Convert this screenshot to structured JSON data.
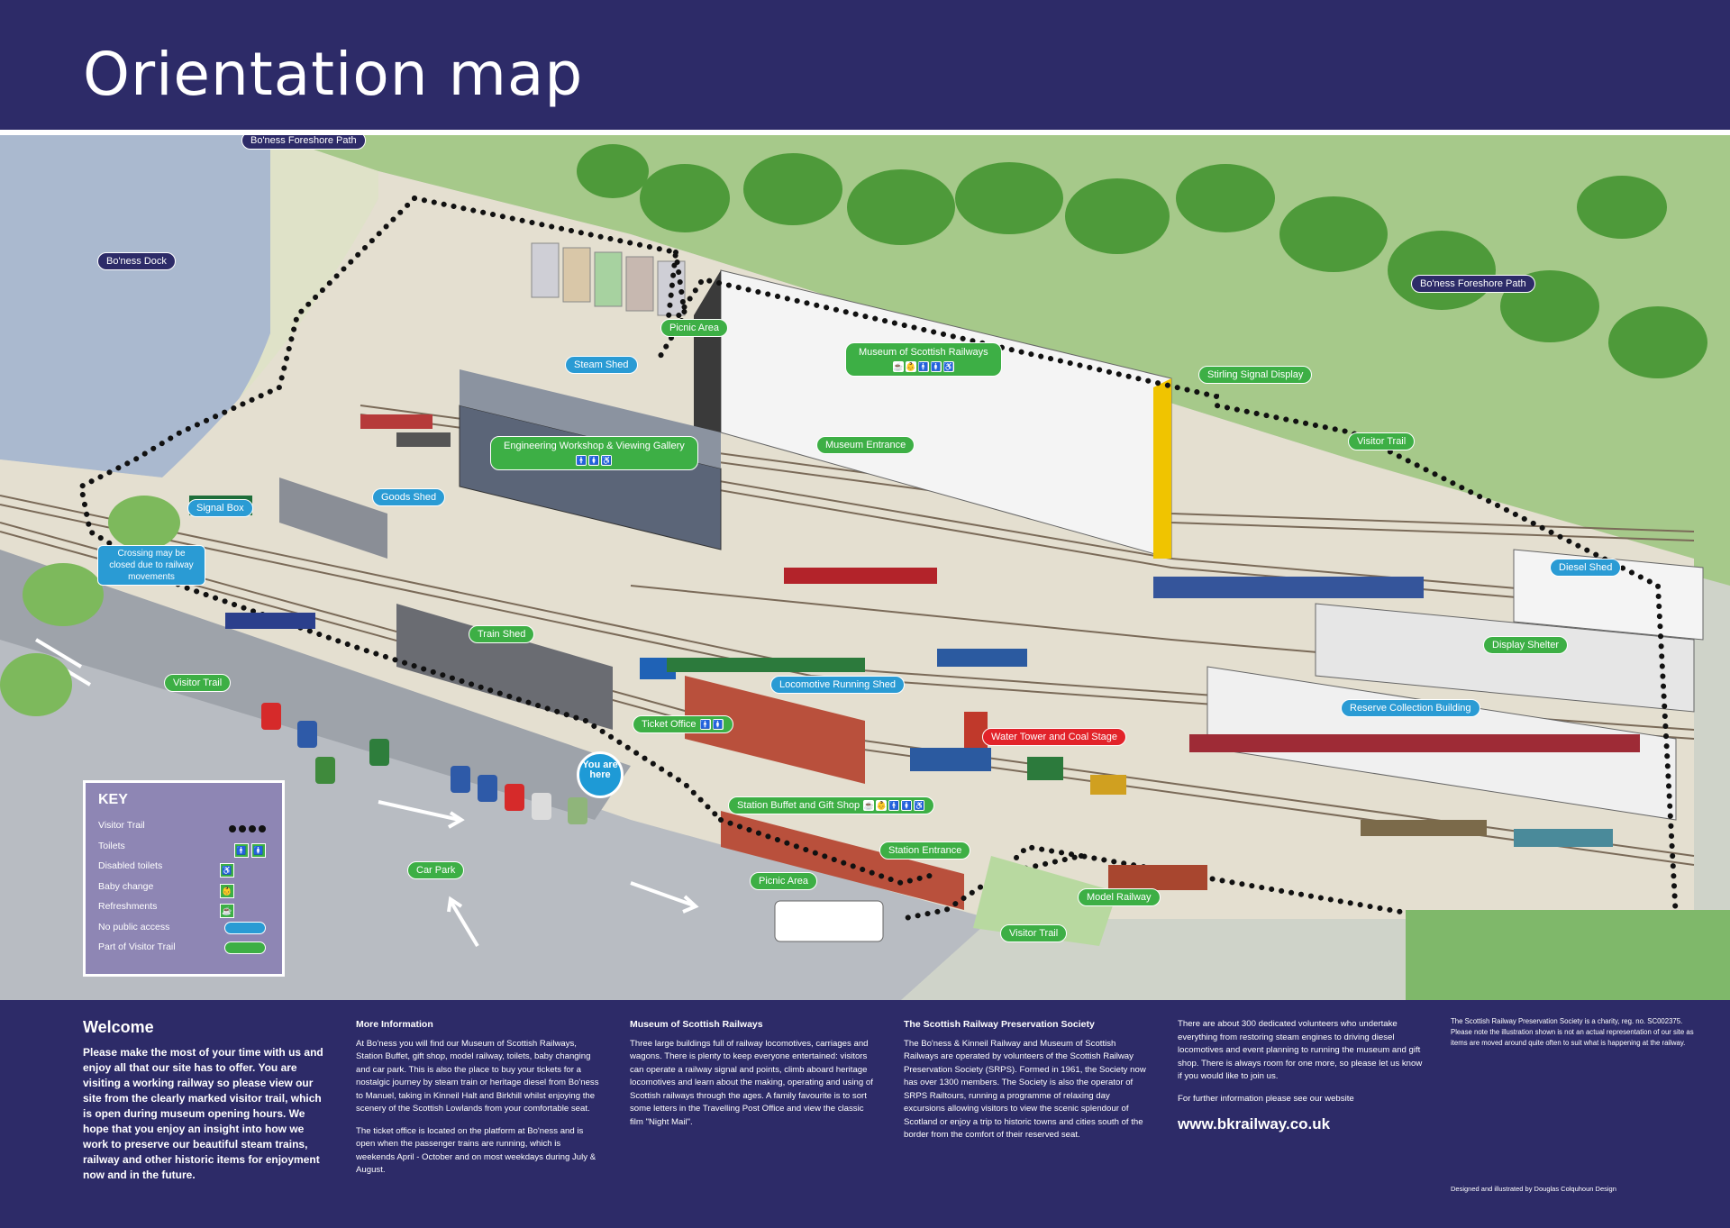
{
  "header": {
    "title": "Orientation map"
  },
  "map_labels": {
    "boness_foreshore_path_1": "Bo'ness Foreshore Path",
    "boness_dock": "Bo'ness Dock",
    "boness_foreshore_path_2": "Bo'ness Foreshore Path",
    "picnic_area_top": "Picnic Area",
    "museum_of_scottish_railways": "Museum of Scottish Railways",
    "steam_shed": "Steam Shed",
    "stirling_signal_display": "Stirling Signal Display",
    "engineering_workshop": "Engineering Workshop & Viewing Gallery",
    "museum_entrance": "Museum Entrance",
    "visitor_trail_right": "Visitor Trail",
    "signal_box": "Signal Box",
    "goods_shed": "Goods Shed",
    "crossing_warning": "Crossing may be closed due to railway movements",
    "diesel_shed": "Diesel Shed",
    "train_shed": "Train Shed",
    "display_shelter": "Display Shelter",
    "visitor_trail_left": "Visitor Trail",
    "locomotive_running_shed": "Locomotive Running Shed",
    "reserve_collection_building": "Reserve Collection Building",
    "ticket_office": "Ticket Office",
    "water_tower_coal_stage": "Water Tower and Coal Stage",
    "you_are_here": "You are here",
    "station_buffet_gift_shop": "Station Buffet and Gift Shop",
    "station_entrance": "Station Entrance",
    "car_park": "Car Park",
    "picnic_area_bottom": "Picnic Area",
    "model_railway": "Model Railway",
    "visitor_trail_bottom": "Visitor Trail"
  },
  "key": {
    "title": "KEY",
    "items": [
      {
        "label": "Visitor Trail",
        "symbol": "black-dots"
      },
      {
        "label": "Toilets",
        "symbol": "toilet-icon"
      },
      {
        "label": "Disabled toilets",
        "symbol": "wheelchair-icon"
      },
      {
        "label": "Baby change",
        "symbol": "baby-change-icon"
      },
      {
        "label": "Refreshments",
        "symbol": "cup-icon"
      },
      {
        "label": "No public access",
        "symbol": "blue-pill",
        "color": "#2a9bd4"
      },
      {
        "label": "Part of Visitor Trail",
        "symbol": "green-pill",
        "color": "#3daf45"
      }
    ]
  },
  "footer": {
    "welcome_heading": "Welcome",
    "welcome_text": "Please make the most of your time with us and enjoy all that our site has to offer. You are visiting a working railway so please view our site from the clearly marked visitor trail, which is open during museum opening hours. We hope that you enjoy an insight into how we work to preserve our beautiful steam trains, railway and other historic items for enjoyment now and in the future.",
    "more_info_heading": "More Information",
    "more_info_p1": "At Bo'ness you will find our Museum of Scottish Railways, Station Buffet, gift shop, model railway, toilets, baby changing and car park. This is also the place to buy your tickets for a nostalgic journey by steam train or heritage diesel from Bo'ness to Manuel, taking in Kinneil Halt and Birkhill whilst enjoying the scenery of the Scottish Lowlands from your comfortable seat.",
    "more_info_p2": "The ticket office is located on the platform at Bo'ness and is open when the passenger trains are running, which is weekends April - October and on most weekdays during July & August.",
    "museum_heading": "Museum of Scottish Railways",
    "museum_p1": "Three large buildings full of railway locomotives, carriages and wagons. There is plenty to keep everyone entertained: visitors can operate a railway signal and points, climb aboard heritage locomotives and learn about the making, operating and using of Scottish railways through the ages. A family favourite is to sort some letters in the Travelling Post Office and view the classic film \"Night Mail\".",
    "srps_heading": "The Scottish Railway Preservation Society",
    "srps_p1": "The Bo'ness & Kinneil Railway and Museum of Scottish Railways are operated by volunteers of the Scottish Railway Preservation Society (SRPS). Formed in 1961, the Society now has over 1300 members. The Society is also the operator of SRPS Railtours, running a programme of relaxing day excursions allowing visitors to view the scenic splendour of Scotland or enjoy a trip to historic towns and cities south of the border from the comfort of their reserved seat.",
    "volunteers_p1": "There are about 300 dedicated volunteers who undertake everything from restoring steam engines to driving diesel locomotives and event planning to running the museum and gift shop. There is always room for one more, so please let us know if you would like to join us.",
    "volunteers_p2": "For further information please see our website",
    "website": "www.bkrailway.co.uk",
    "charity_note": "The Scottish Railway Preservation Society is a charity, reg. no. SC002375. Please note the illustration shown is not an actual representation of our site as items are moved around quite often to suit what is happening at the railway.",
    "credit": "Designed and illustrated by Douglas Colquhoun Design"
  }
}
